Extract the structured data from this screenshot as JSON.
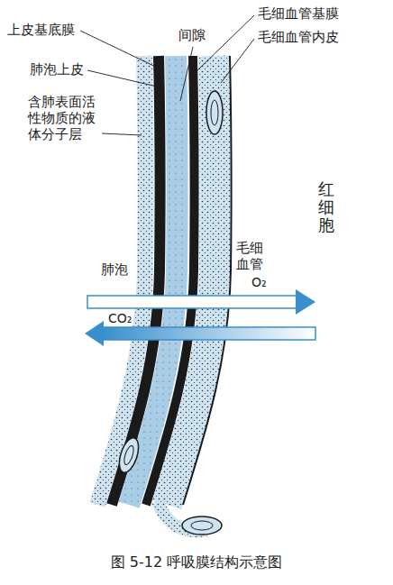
{
  "diagram": {
    "caption": "图 5-12 呼吸膜结构示意图",
    "nodes": [
      {
        "text": [
          "红细胞"
        ]
      }
    ],
    "labels": [
      "上皮基底膜",
      "肺泡上皮",
      "含肺表面活性物质的液体分子层",
      "间隙",
      "毛细血管基膜",
      "毛细血管内皮",
      "肺泡",
      "毛细血管",
      "O₂",
      "CO₂"
    ]
  }
}
